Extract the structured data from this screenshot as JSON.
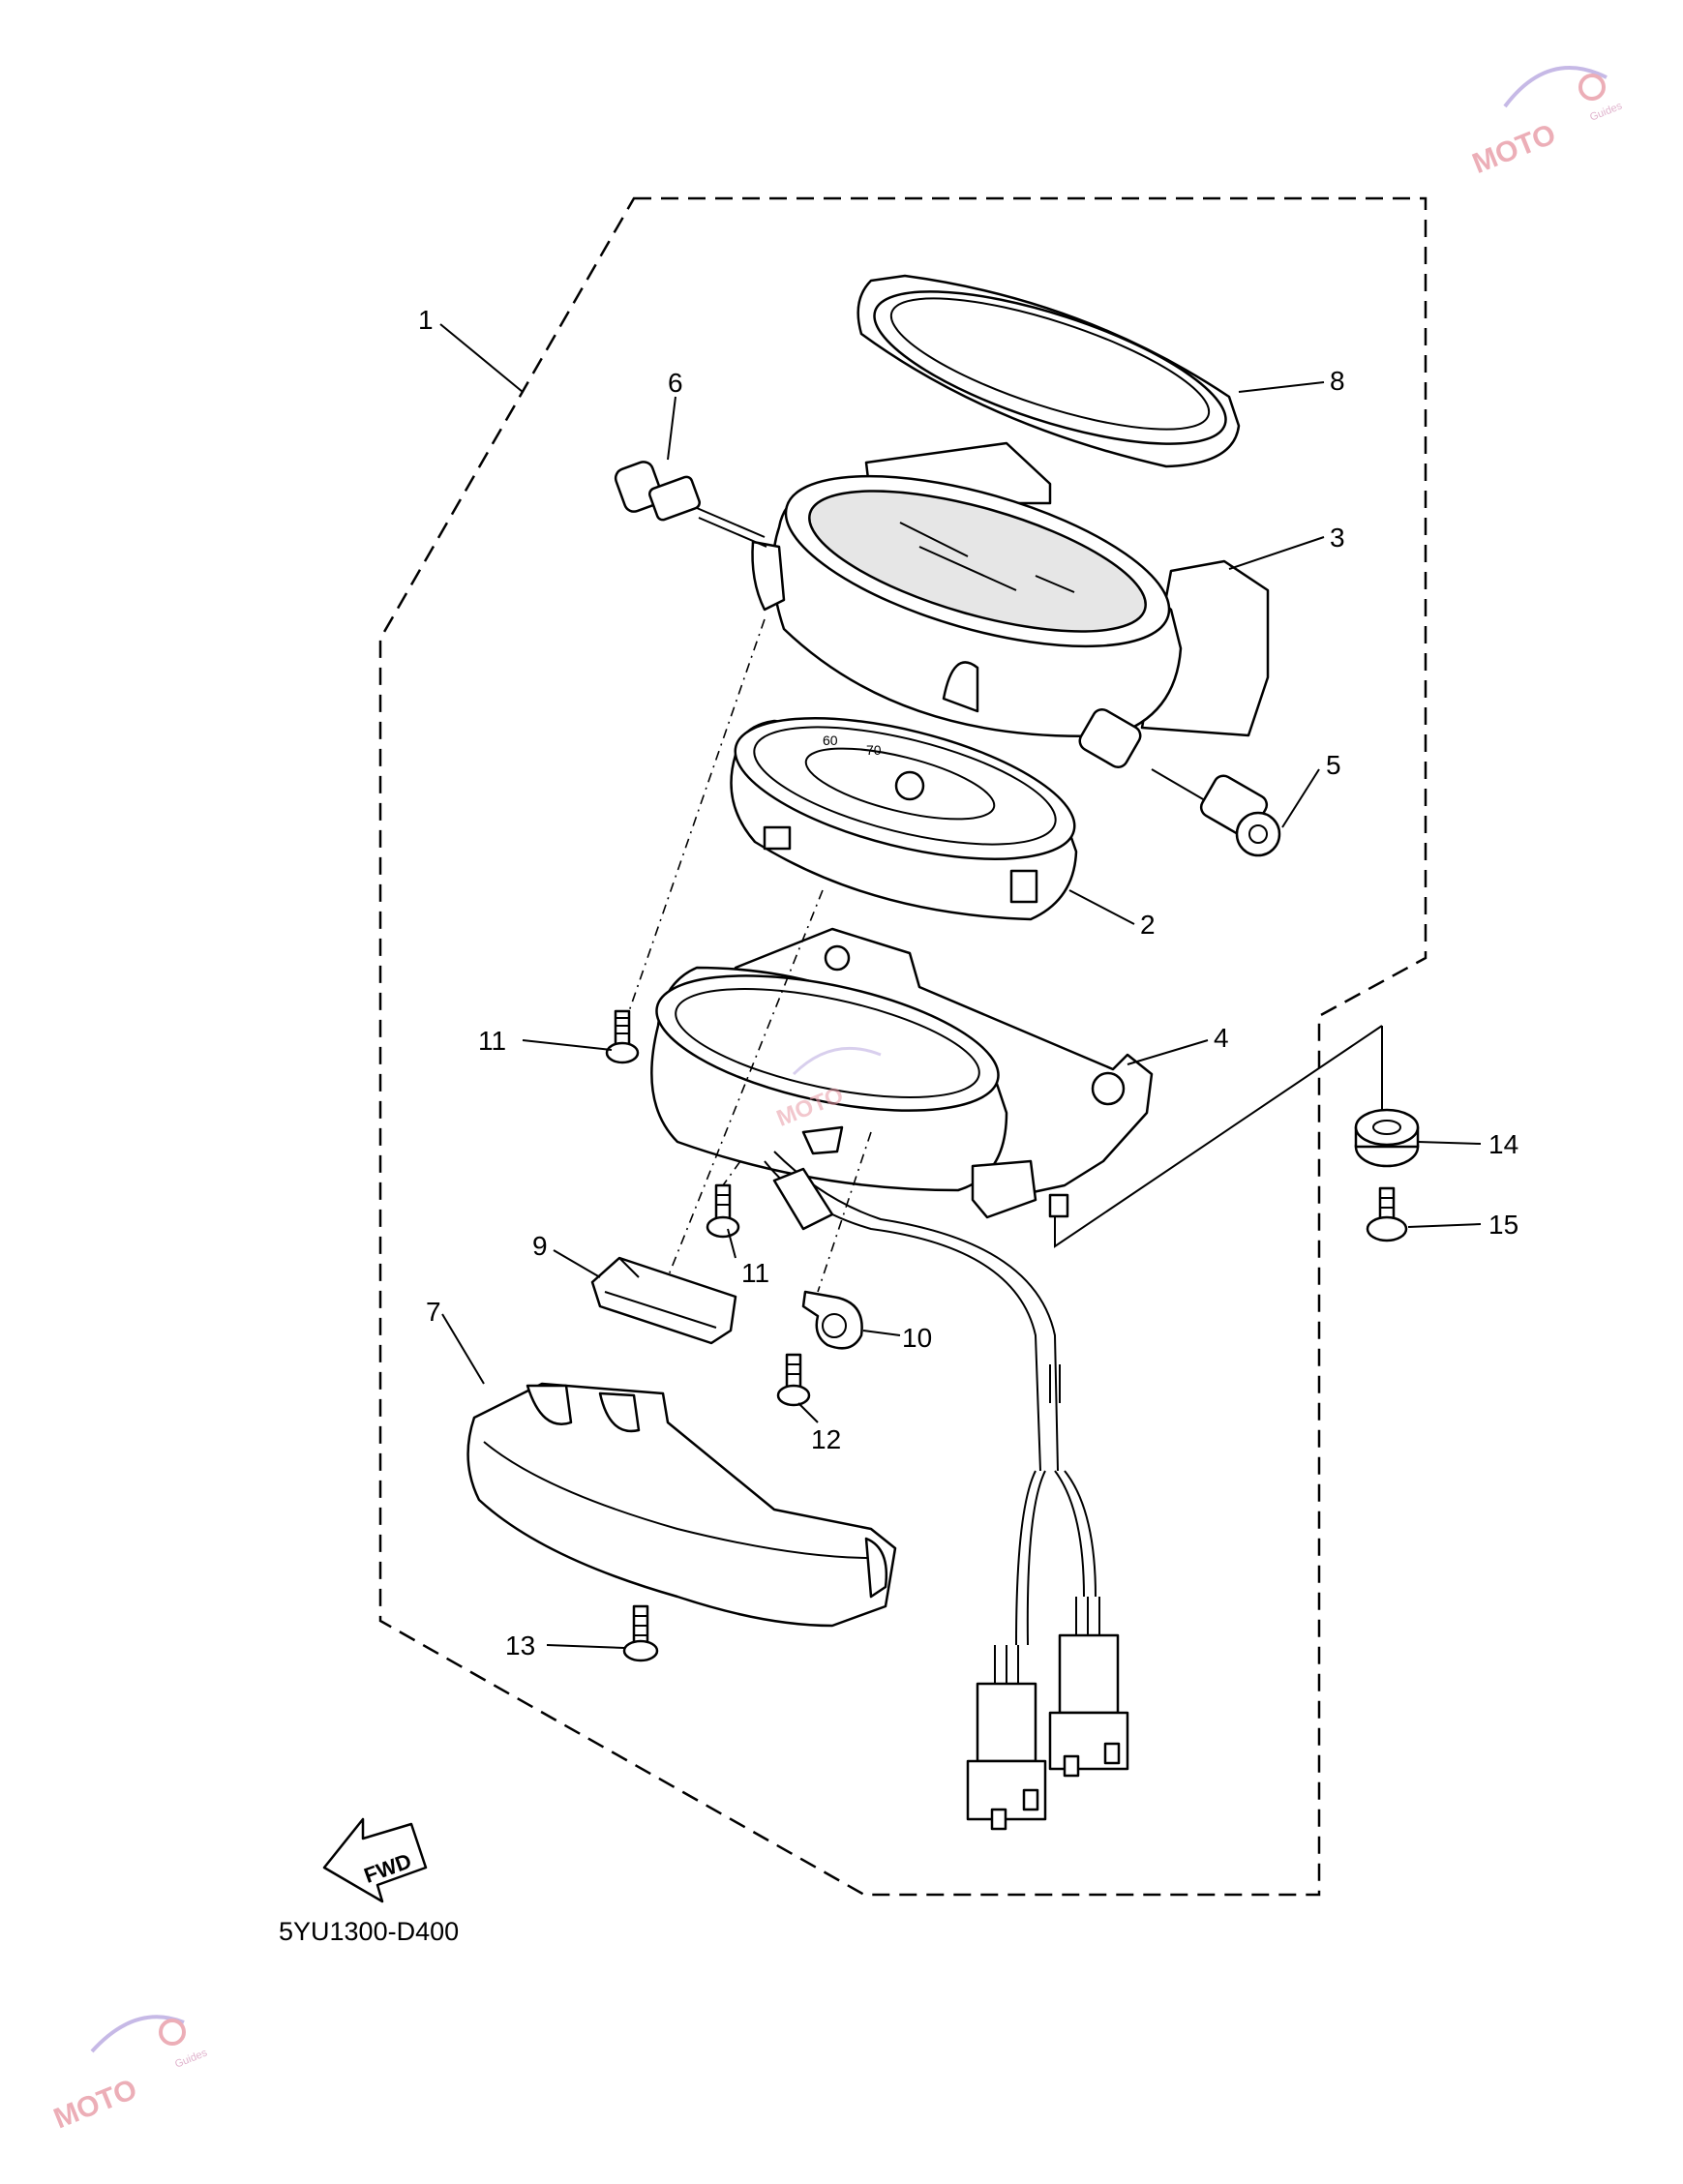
{
  "diagram": {
    "part_code": "5YU1300-D400",
    "fwd_label": "FWD",
    "callouts": [
      {
        "id": "1",
        "label": "1"
      },
      {
        "id": "2",
        "label": "2"
      },
      {
        "id": "3",
        "label": "3"
      },
      {
        "id": "4",
        "label": "4"
      },
      {
        "id": "5",
        "label": "5"
      },
      {
        "id": "6",
        "label": "6"
      },
      {
        "id": "7",
        "label": "7"
      },
      {
        "id": "8",
        "label": "8"
      },
      {
        "id": "9",
        "label": "9"
      },
      {
        "id": "10",
        "label": "10"
      },
      {
        "id": "11a",
        "label": "11"
      },
      {
        "id": "11b",
        "label": "11"
      },
      {
        "id": "12",
        "label": "12"
      },
      {
        "id": "13",
        "label": "13"
      },
      {
        "id": "14",
        "label": "14"
      },
      {
        "id": "15",
        "label": "15"
      }
    ],
    "dial_numbers": [
      "60",
      "70"
    ]
  },
  "watermark": {
    "logo_text": "MOTO",
    "tagline": "Guides",
    "accent": "#e89aa6"
  }
}
